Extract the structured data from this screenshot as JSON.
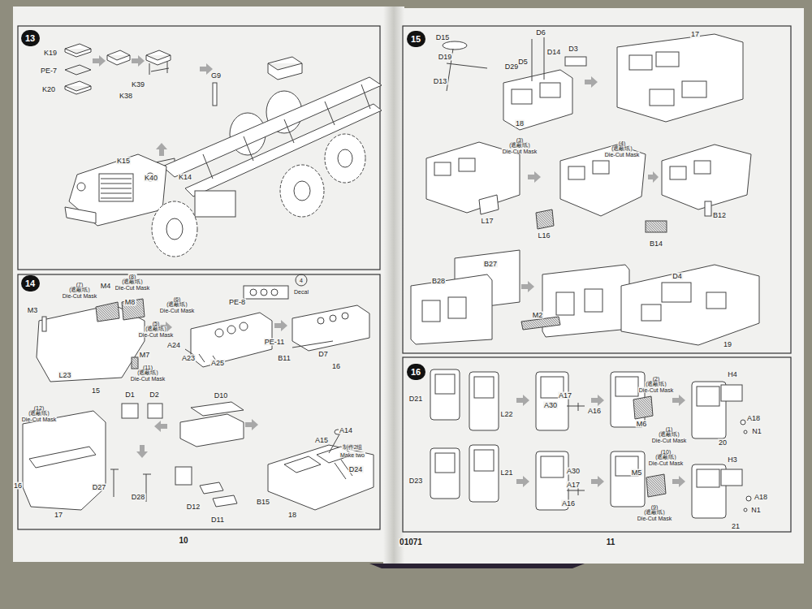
{
  "diagram": {
    "nodes": [
      {
        "text": [
          "13"
        ]
      },
      {
        "text": [
          "14"
        ]
      },
      {
        "text": [
          "15"
        ]
      },
      {
        "text": [
          "16"
        ]
      }
    ],
    "labels": [
      "K19",
      "PE-7",
      "K20",
      "K39",
      "K38",
      "G9",
      "K15",
      "K40",
      "K14",
      "M3",
      "(7)",
      "(遮蔽纸)",
      "Die-Cut Mask",
      "M4",
      "(8)",
      "(遮蔽纸)",
      "Die-Cut Mask",
      "M8",
      "(6)",
      "(遮蔽纸)",
      "Die-Cut Mask",
      "(5)",
      "(遮蔽纸)",
      "Die-Cut Mask",
      "M7",
      "(11)",
      "(遮蔽纸)",
      "Die-Cut Mask",
      "L23",
      "15",
      "PE-8",
      "4",
      "Decal",
      "A24",
      "A23",
      "A25",
      "PE-11",
      "B11",
      "D7",
      "16",
      "(12)",
      "(遮蔽纸)",
      "Die-Cut Mask",
      "16",
      "17",
      "D1",
      "D2",
      "D10",
      "D27",
      "D28",
      "D12",
      "D11",
      "A14",
      "A15",
      "制作2组",
      "Make two",
      "D24",
      "B15",
      "18",
      "10",
      "D15",
      "D19",
      "D29",
      "D13",
      "D6",
      "D5",
      "D14",
      "D3",
      "18",
      "17",
      "(3)",
      "(遮蔽纸)",
      "Die-Cut Mask",
      "(4)",
      "(遮蔽纸)",
      "Die-Cut Mask",
      "L17",
      "L16",
      "B14",
      "B12",
      "B27",
      "B28",
      "M2",
      "D4",
      "19",
      "01071",
      "11",
      "D21",
      "L22",
      "D23",
      "L21",
      "A17",
      "A30",
      "A16",
      "(2)",
      "(遮蔽纸)",
      "Die-Cut Mask",
      "M6",
      "(1)",
      "(遮蔽纸)",
      "Die-Cut Mask",
      "H4",
      "A18",
      "N1",
      "20",
      "A30",
      "A17",
      "A16",
      "(10)",
      "(遮蔽纸)",
      "Die-Cut Mask",
      "M5",
      "(9)",
      "(遮蔽纸)",
      "Die-Cut Mask",
      "H3",
      "A18",
      "N1",
      "21"
    ]
  }
}
